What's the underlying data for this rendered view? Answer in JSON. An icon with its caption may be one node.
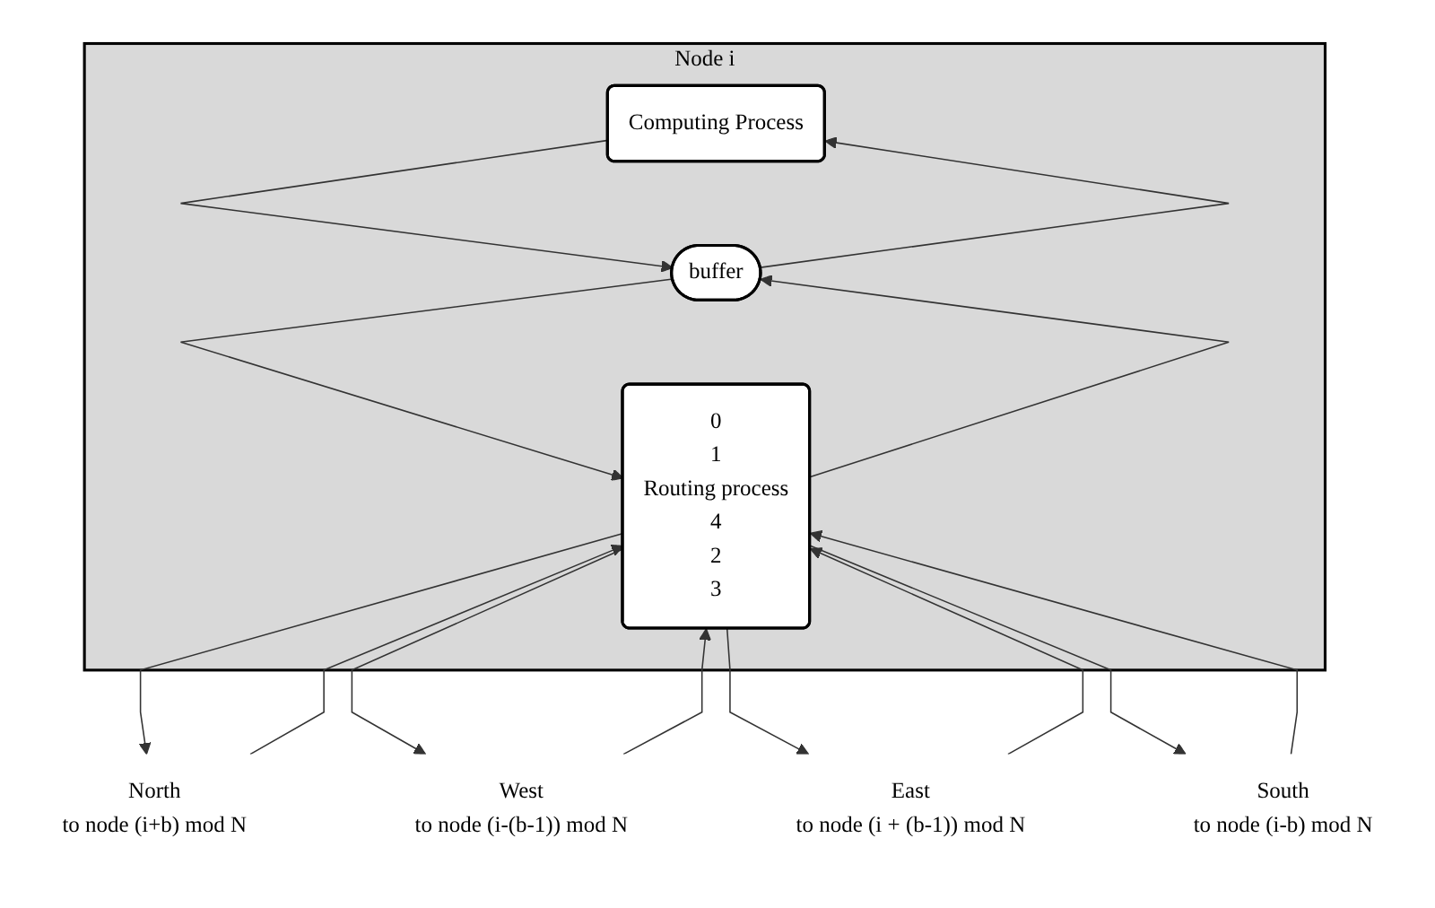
{
  "diagram": {
    "nodes": [
      {
        "text": [
          "Node i"
        ]
      },
      {
        "text": [
          "Computing Process"
        ],
        "in": 0
      },
      {
        "text": [
          "buffer"
        ],
        "in": 0
      },
      {
        "text": [
          "0",
          "1",
          "Routing process",
          "4",
          "2",
          "3"
        ],
        "in": 0
      },
      {
        "text": [
          "North",
          "to node (i+b) mod N"
        ]
      },
      {
        "text": [
          "West",
          "to node (i-(b-1)) mod N"
        ]
      },
      {
        "text": [
          "East",
          "to node (i + (b-1)) mod N"
        ]
      },
      {
        "text": [
          "South",
          "to node (i-b) mod N"
        ]
      }
    ],
    "edges": [
      {
        "from": 1,
        "to": 2,
        "arrow": "to"
      },
      {
        "from": 2,
        "to": 1,
        "arrow": "to"
      },
      {
        "from": 2,
        "to": 3,
        "arrow": "to"
      },
      {
        "from": 3,
        "to": 2,
        "arrow": "to"
      },
      {
        "from": 4,
        "to": 3,
        "arrow": "to"
      },
      {
        "from": 3,
        "to": 4,
        "arrow": "to"
      },
      {
        "from": 3,
        "to": 5,
        "arrow": "to"
      },
      {
        "from": 5,
        "to": 3,
        "arrow": "to"
      },
      {
        "from": 6,
        "to": 3,
        "arrow": "to"
      },
      {
        "from": 3,
        "to": 6,
        "arrow": "to"
      },
      {
        "from": 3,
        "to": 7,
        "arrow": "to"
      },
      {
        "from": 7,
        "to": 3,
        "arrow": "to"
      }
    ]
  }
}
